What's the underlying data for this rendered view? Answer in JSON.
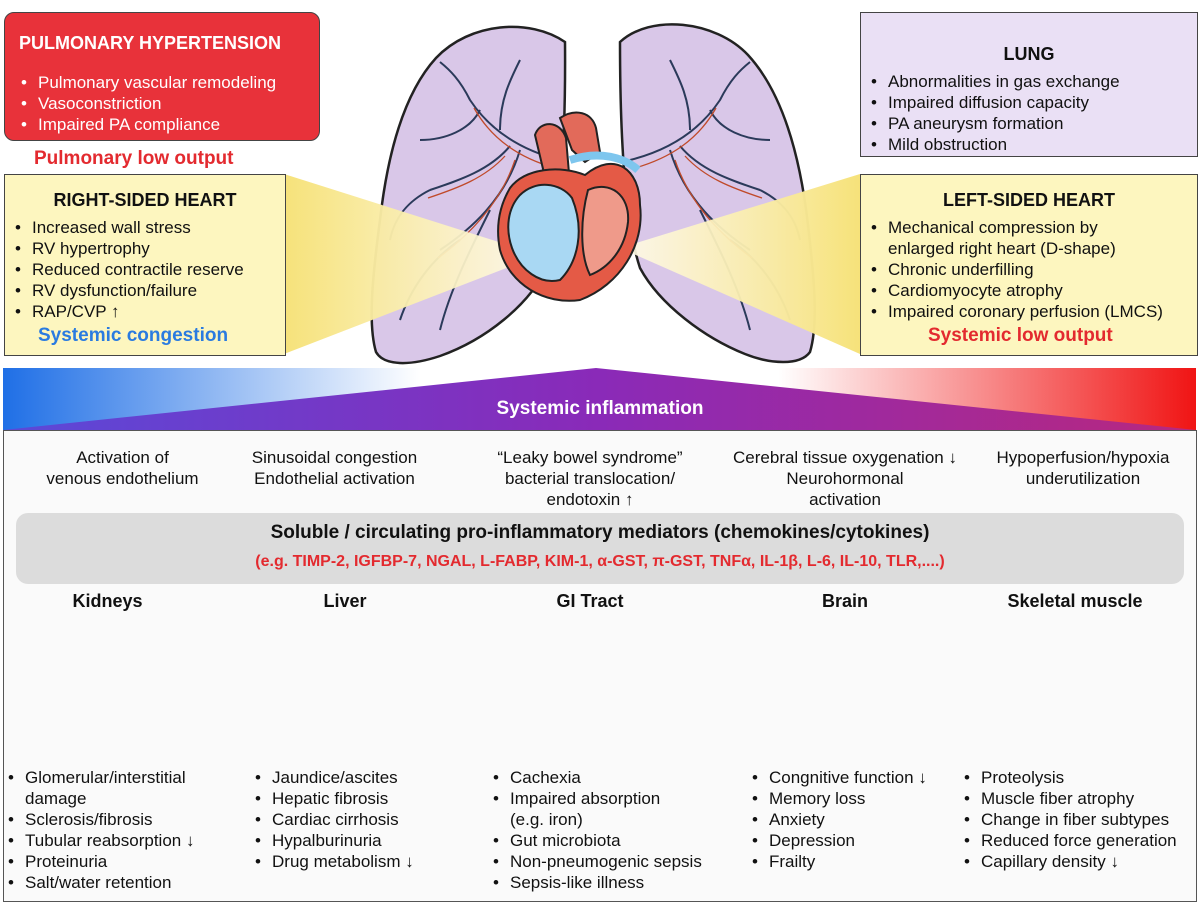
{
  "pulmonary_hypertension": {
    "title": "PULMONARY HYPERTENSION",
    "items": [
      "Pulmonary vascular remodeling",
      "Vasoconstriction",
      "Impaired PA compliance"
    ]
  },
  "pulmonary_low_output": "Pulmonary low output",
  "right_heart": {
    "title": "RIGHT-SIDED HEART",
    "items": [
      "Increased wall stress",
      "RV hypertrophy",
      "Reduced contractile reserve",
      "RV dysfunction/failure",
      "RAP/CVP ↑"
    ]
  },
  "systemic_congestion": "Systemic congestion",
  "lung": {
    "title": "LUNG",
    "items": [
      "Abnormalities in gas exchange",
      "Impaired diffusion capacity",
      "PA aneurysm formation",
      "Mild obstruction"
    ]
  },
  "left_heart": {
    "title": "LEFT-SIDED HEART",
    "items": [
      "Mechanical compression by",
      "enlarged right heart (D-shape)",
      "Chronic underfilling",
      "Cardiomyocyte atrophy",
      "Impaired coronary perfusion (LMCS)"
    ]
  },
  "systemic_low_output": "Systemic low output",
  "systemic_inflammation": "Systemic inflammation",
  "causes": [
    {
      "lines": [
        "Activation of",
        "venous endothelium"
      ]
    },
    {
      "lines": [
        "Sinusoidal congestion",
        "Endothelial activation"
      ]
    },
    {
      "lines": [
        "“Leaky bowel syndrome”",
        "bacterial translocation/",
        "endotoxin ↑"
      ]
    },
    {
      "lines": [
        "Cerebral tissue oxygenation ↓",
        "Neurohormonal",
        "activation"
      ]
    },
    {
      "lines": [
        "Hypoperfusion/hypoxia",
        "underutilization"
      ]
    }
  ],
  "mediators": {
    "title": "Soluble / circulating pro-inflammatory mediators (chemokines/cytokines)",
    "list": "(e.g. TIMP-2, IGFBP-7, NGAL, L-FABP, KIM-1, α-GST, π-GST,  TNFα, IL-1β, L-6, IL-10, TLR,....)"
  },
  "organs": [
    {
      "name": "Kidneys",
      "items": [
        "Glomerular/interstitial",
        "damage",
        "Sclerosis/fibrosis",
        "Tubular reabsorption ↓",
        "Proteinuria",
        "Salt/water retention"
      ]
    },
    {
      "name": "Liver",
      "items": [
        "Jaundice/ascites",
        "Hepatic fibrosis",
        "Cardiac cirrhosis",
        "Hypalburinuria",
        "Drug metabolism ↓"
      ]
    },
    {
      "name": "GI Tract",
      "items": [
        "Cachexia",
        "Impaired absorption",
        "(e.g. iron)",
        "Gut microbiota",
        "Non-pneumogenic sepsis",
        "Sepsis-like illness"
      ]
    },
    {
      "name": "Brain",
      "items": [
        "Congnitive function ↓",
        "Memory loss",
        "Anxiety",
        "Depression",
        "Frailty"
      ]
    },
    {
      "name": "Skeletal muscle",
      "items": [
        "Proteolysis",
        "Muscle fiber atrophy",
        "Change in fiber subtypes",
        "Reduced force generation",
        "Capillary density ↓"
      ]
    }
  ],
  "colors": {
    "red": "#e8323a",
    "yellow_box": "#fdf6bf",
    "lung_box": "#eae0f5",
    "lung_tissue": "#d9c7e8",
    "blue_text": "#2a7be0",
    "purple": "#8b2ab8"
  }
}
